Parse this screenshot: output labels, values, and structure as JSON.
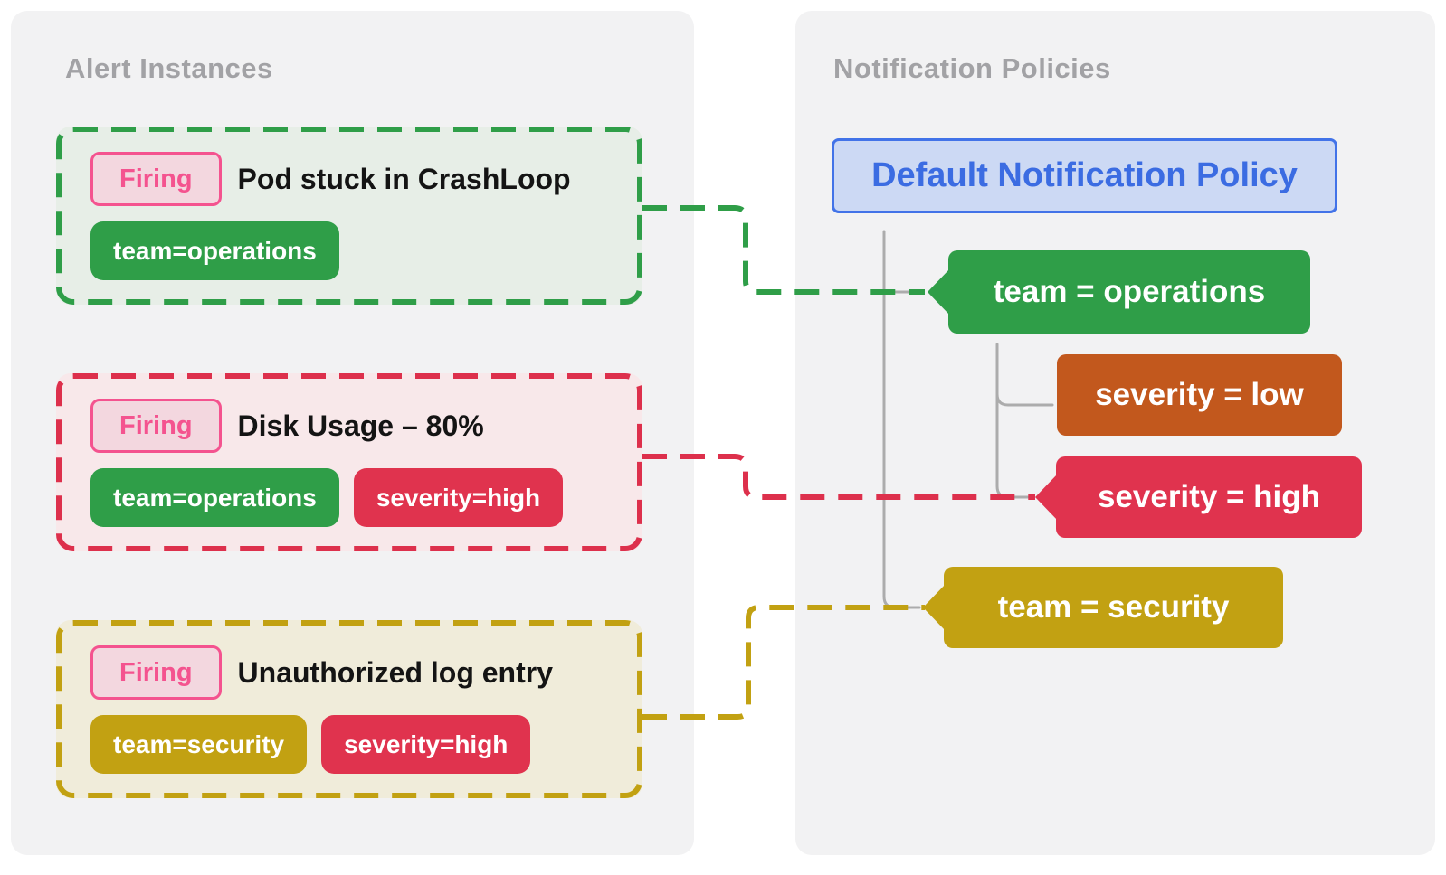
{
  "alerts": {
    "title": "Alert Instances",
    "cards": [
      {
        "badge": "Firing",
        "title": "Pod stuck in CrashLoop",
        "labels": [
          {
            "text": "team=operations",
            "color": "#2f9e48"
          }
        ],
        "accent": "#2f9e48"
      },
      {
        "badge": "Firing",
        "title": "Disk Usage – 80%",
        "labels": [
          {
            "text": "team=operations",
            "color": "#2f9e48"
          },
          {
            "text": "severity=high",
            "color": "#e0334e"
          }
        ],
        "accent": "#dd304c"
      },
      {
        "badge": "Firing",
        "title": "Unauthorized log entry",
        "labels": [
          {
            "text": "team=security",
            "color": "#c2a112"
          },
          {
            "text": "severity=high",
            "color": "#e0334e"
          }
        ],
        "accent": "#c2a112"
      }
    ]
  },
  "policies": {
    "title": "Notification Policies",
    "root_label": "Default Notification Policy",
    "nodes": [
      {
        "label": "team = operations",
        "color": "#2f9e48",
        "notched": true
      },
      {
        "label": "severity = low",
        "color": "#c2581d",
        "notched": false
      },
      {
        "label": "severity = high",
        "color": "#e0334e",
        "notched": true
      },
      {
        "label": "team = security",
        "color": "#c2a112",
        "notched": true
      }
    ]
  },
  "colors": {
    "panel_background": "#f2f2f3",
    "section_title": "#a2a2a5",
    "green": "#2f9e48",
    "red": "#e0334e",
    "gold": "#c2a112",
    "orange": "#c2581d",
    "policy_border_blue": "#4273e8",
    "policy_text_blue": "#3b6ce2",
    "policy_fill_blue": "#ccd9f4",
    "firing_pink": "#f4538f",
    "firing_fill": "#f3d7df",
    "tree_line_gray": "#acacac"
  }
}
